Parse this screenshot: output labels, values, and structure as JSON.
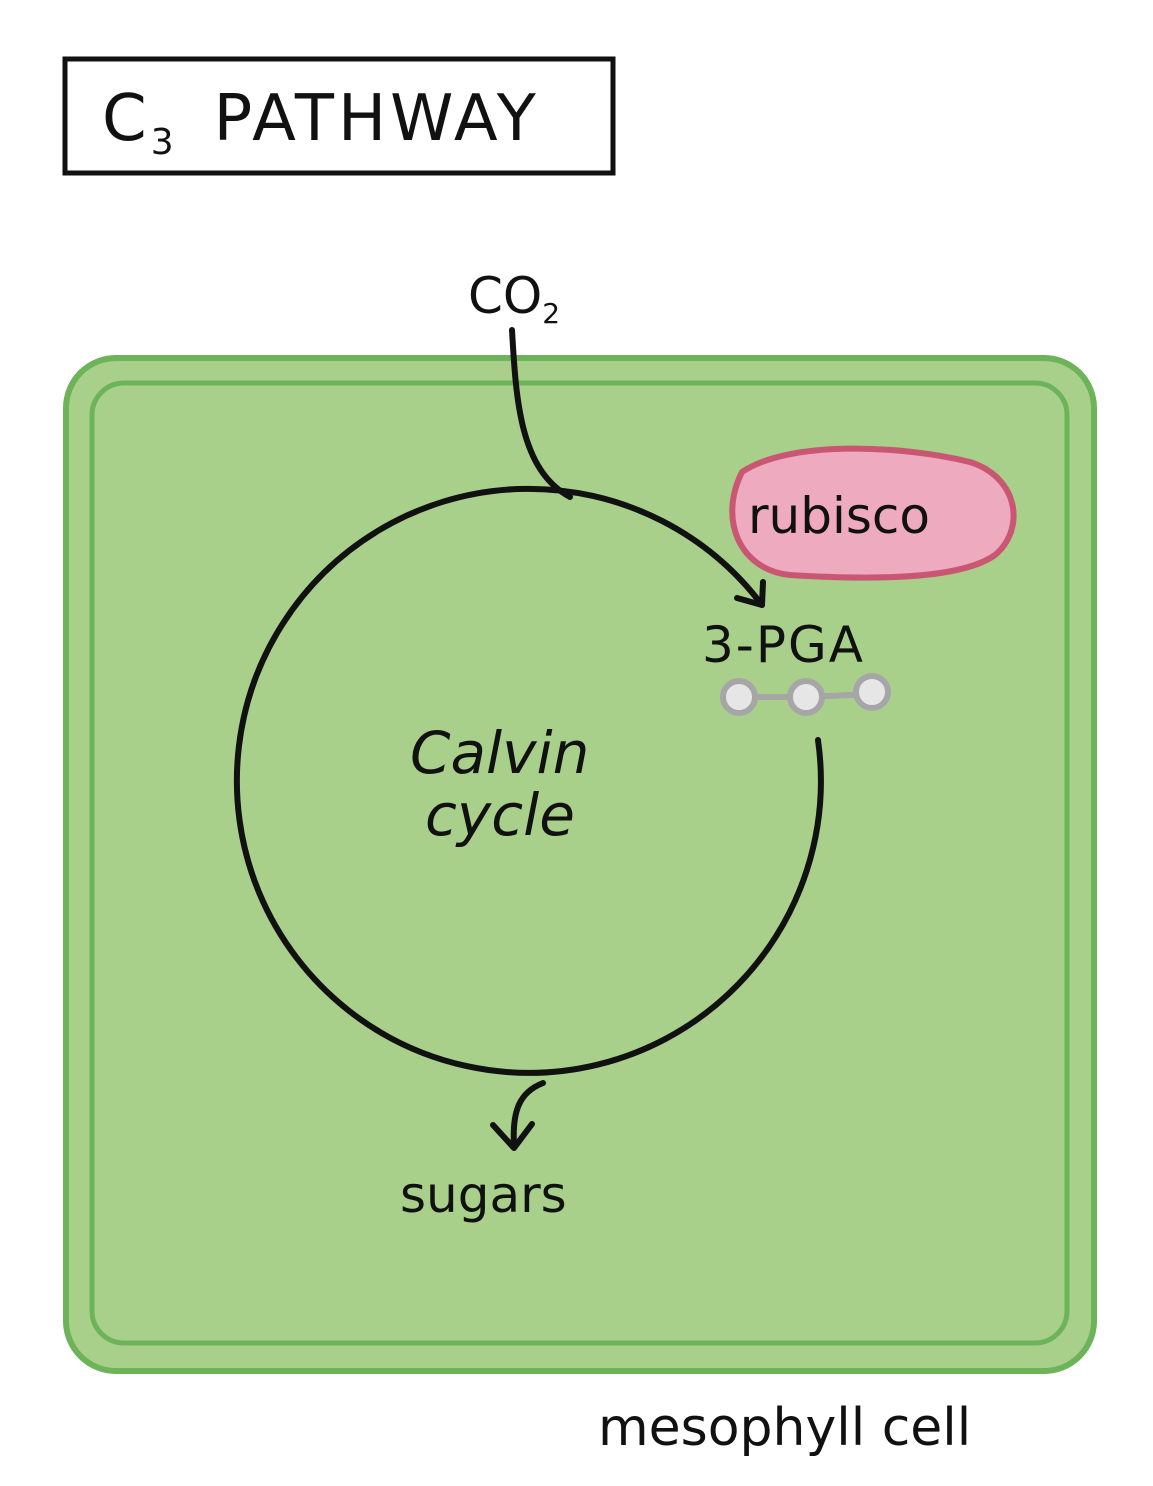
{
  "title": {
    "main_prefix": "C",
    "subscript": "3",
    "main_suffix": "PATHWAY"
  },
  "inputs": {
    "co2_main": "CO",
    "co2_sub": "2"
  },
  "cycle": {
    "line1": "Calvin",
    "line2": "cycle"
  },
  "enzyme": {
    "label": "rubisco"
  },
  "product_3pga": {
    "label": "3-PGA"
  },
  "output": {
    "label": "sugars"
  },
  "cell": {
    "label": "mesophyll cell"
  },
  "colors": {
    "cell_fill": "#a8d08a",
    "cell_border": "#6db35a",
    "rubisco_fill": "#eeaabf",
    "rubisco_border": "#c95773",
    "carbon_gray": "#a6a6a6",
    "ink": "#111111"
  }
}
